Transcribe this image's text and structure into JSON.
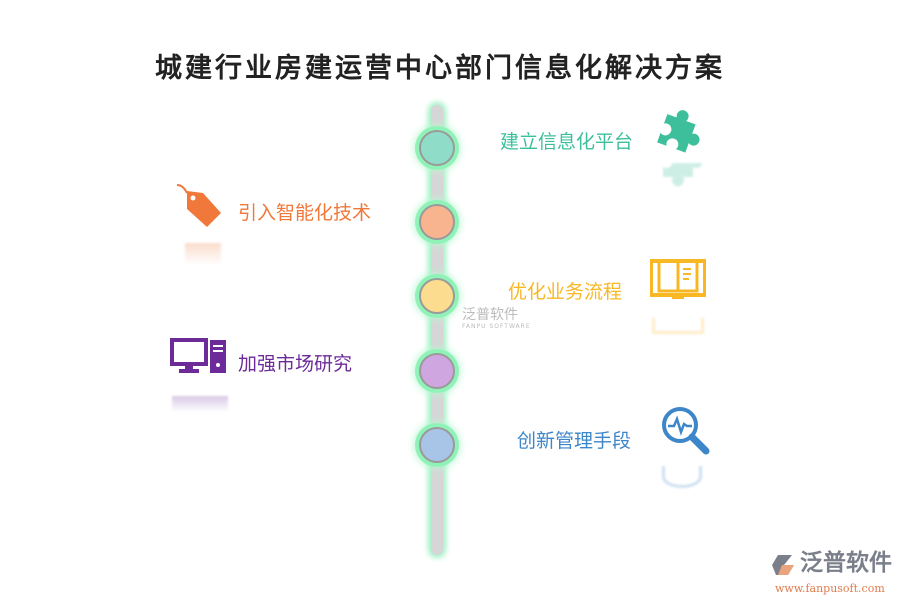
{
  "title": "城建行业房建运营中心部门信息化解决方案",
  "items": [
    {
      "label": "建立信息化平台",
      "color": "#3dbf9c",
      "node": "#8fdcc9",
      "icon": "puzzle-icon"
    },
    {
      "label": "引入智能化技术",
      "color": "#f0783a",
      "node": "#f8b48e",
      "icon": "tag-icon"
    },
    {
      "label": "优化业务流程",
      "color": "#f7b824",
      "node": "#fcdc8f",
      "icon": "book-icon"
    },
    {
      "label": "加强市场研究",
      "color": "#6d2b9a",
      "node": "#cfa6e0",
      "icon": "computer-icon"
    },
    {
      "label": "创新管理手段",
      "color": "#3d86c9",
      "node": "#a8c4e6",
      "icon": "magnifier-chart-icon"
    }
  ],
  "watermark": {
    "name": "泛普软件",
    "sub": "FANPU SOFTWARE"
  },
  "logo": {
    "name": "泛普软件",
    "url": "www.fanpusoft.com"
  }
}
